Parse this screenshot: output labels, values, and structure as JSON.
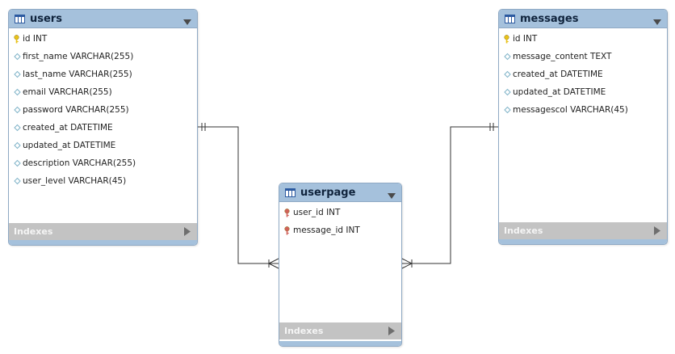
{
  "tables": {
    "users": {
      "title": "users",
      "columns": [
        {
          "text": "id INT",
          "key": "primary"
        },
        {
          "text": "first_name VARCHAR(255)",
          "key": "none"
        },
        {
          "text": "last_name VARCHAR(255)",
          "key": "none"
        },
        {
          "text": "email VARCHAR(255)",
          "key": "none"
        },
        {
          "text": "password VARCHAR(255)",
          "key": "none"
        },
        {
          "text": "created_at DATETIME",
          "key": "none"
        },
        {
          "text": "updated_at DATETIME",
          "key": "none"
        },
        {
          "text": "description VARCHAR(255)",
          "key": "none"
        },
        {
          "text": "user_level VARCHAR(45)",
          "key": "none"
        }
      ],
      "indexes_label": "Indexes"
    },
    "messages": {
      "title": "messages",
      "columns": [
        {
          "text": "id INT",
          "key": "primary"
        },
        {
          "text": "message_content TEXT",
          "key": "none"
        },
        {
          "text": "created_at DATETIME",
          "key": "none"
        },
        {
          "text": "updated_at DATETIME",
          "key": "none"
        },
        {
          "text": "messagescol VARCHAR(45)",
          "key": "none"
        }
      ],
      "indexes_label": "Indexes"
    },
    "userpage": {
      "title": "userpage",
      "columns": [
        {
          "text": "user_id INT",
          "key": "foreign"
        },
        {
          "text": "message_id INT",
          "key": "foreign"
        }
      ],
      "indexes_label": "Indexes"
    }
  },
  "relationships": [
    {
      "from": "users",
      "to": "userpage",
      "from_card": "one",
      "to_card": "many"
    },
    {
      "from": "messages",
      "to": "userpage",
      "from_card": "one",
      "to_card": "many"
    }
  ],
  "colors": {
    "header": "#a5c1dc",
    "border": "#8fa9c4",
    "indexes_bar": "#c3c3c3",
    "primary_key": "#e8c21a",
    "foreign_key": "#d0625a",
    "attribute": "#7fb3c8",
    "line": "#333333"
  }
}
